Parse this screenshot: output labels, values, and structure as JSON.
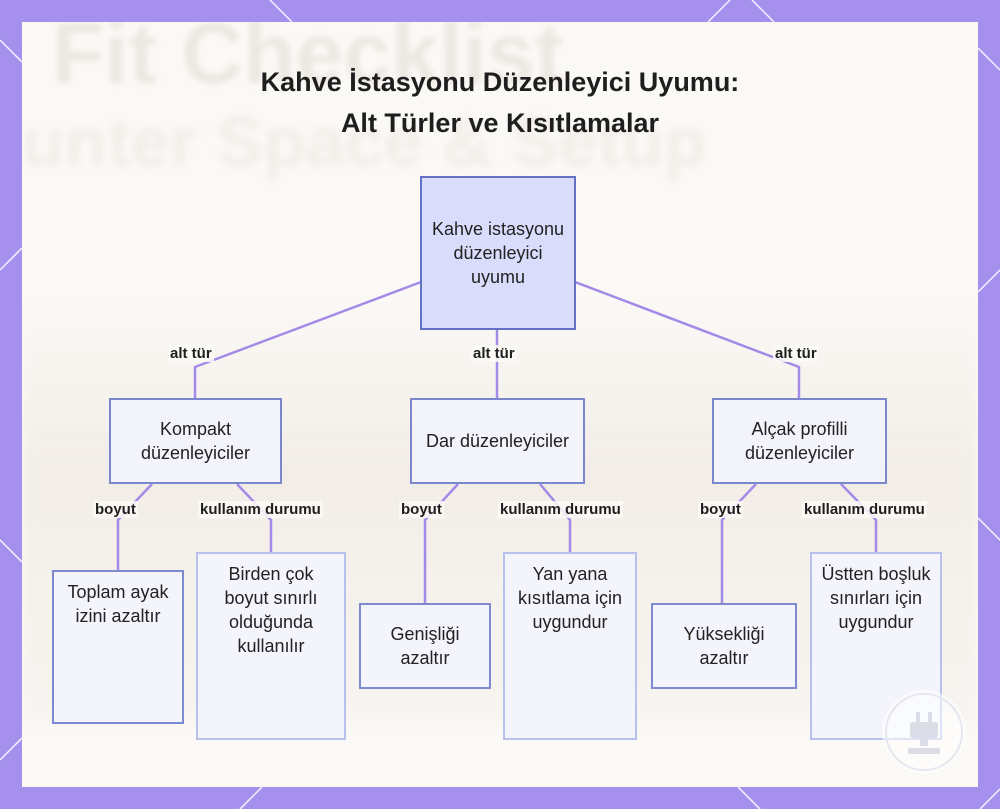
{
  "title": {
    "line1": "Kahve İstasyonu Düzenleyici Uyumu:",
    "line2": "Alt Türler ve Kısıtlamalar"
  },
  "background": {
    "faded_text_1": "Fit Checklist",
    "faded_text_2": "unter Space & Setup"
  },
  "colors": {
    "frame": "#a590ee",
    "connector": "#a48ae8",
    "node_border": "#7b86cc",
    "root_fill": "#d9dcfb"
  },
  "nodes": {
    "root": "Kahve istasyonu düzenleyici uyumu",
    "compact": "Kompakt düzenleyiciler",
    "narrow": "Dar düzenleyiciler",
    "lowprofile": "Alçak profilli düzenleyiciler",
    "compact_size": "Toplam ayak izini azaltır",
    "compact_use": "Birden çok boyut sınırlı olduğunda kullanılır",
    "narrow_size": "Genişliği azaltır",
    "narrow_use": "Yan yana kısıtlama için uygundur",
    "lowprofile_size": "Yüksekliği azaltır",
    "lowprofile_use": "Üstten boşluk sınırları için uygundur"
  },
  "edge_labels": {
    "subtype_1": "alt tür",
    "subtype_2": "alt tür",
    "subtype_3": "alt tür",
    "size_1": "boyut",
    "use_1": "kullanım durumu",
    "size_2": "boyut",
    "use_2": "kullanım durumu",
    "size_3": "boyut",
    "use_3": "kullanım durumu"
  },
  "icons": {
    "frame_corners": "diagonal-stripe-icon",
    "badge": "plug-icon"
  }
}
